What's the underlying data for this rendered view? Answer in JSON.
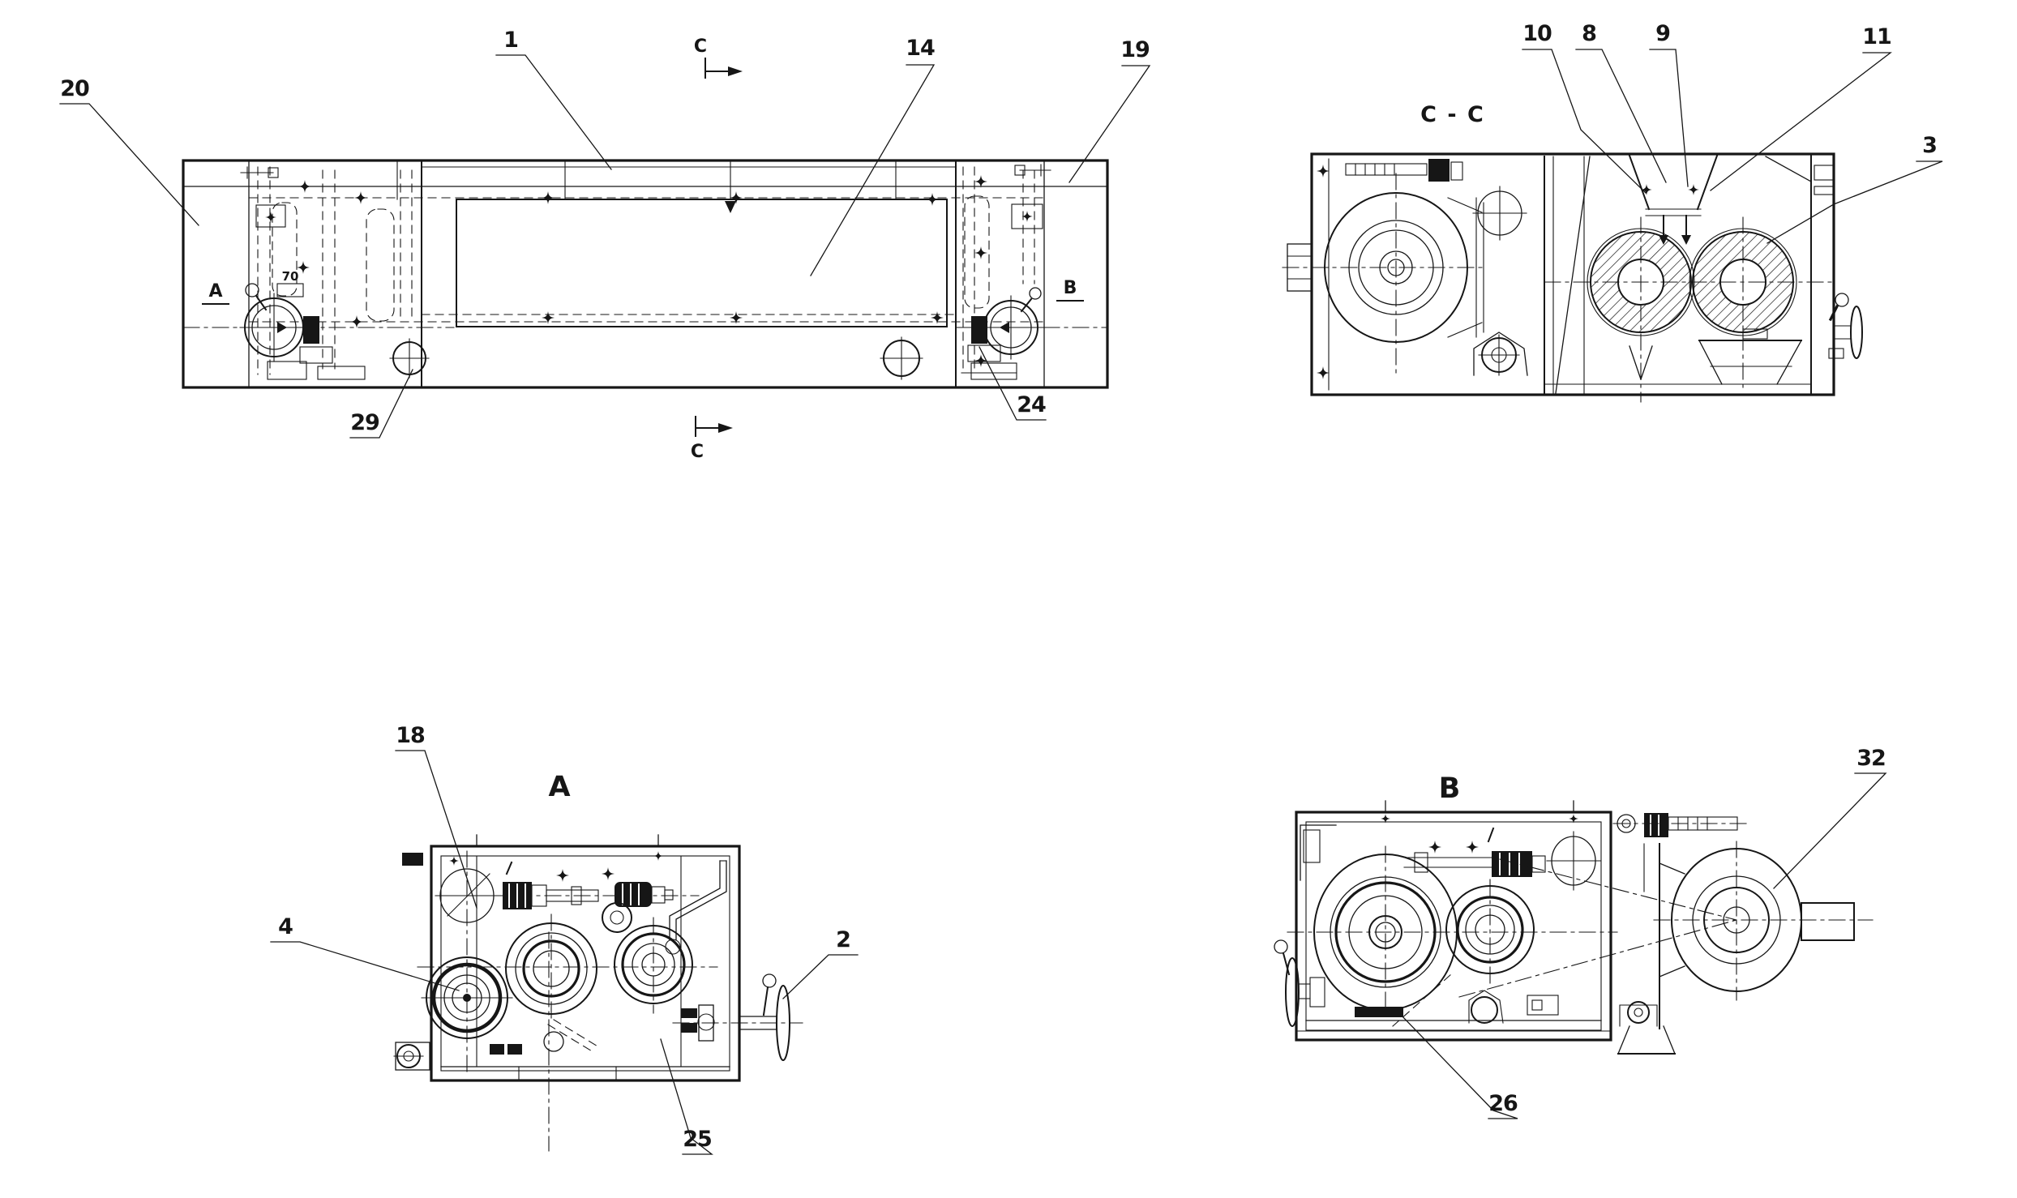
{
  "page": {
    "background": "#ffffff",
    "ink": "#161616",
    "kind": "mechanical assembly drawing, four views"
  },
  "views": {
    "main": {
      "callouts": {
        "c20": "20",
        "c1": "1",
        "c14": "14",
        "c19": "19",
        "c29": "29",
        "c24": "24"
      },
      "letters": {
        "a": "A",
        "b": "B"
      },
      "section_marks": {
        "top": "C",
        "bottom": "C"
      },
      "dims": {
        "d70": "70"
      }
    },
    "section": {
      "title": "C - C",
      "callouts": {
        "c10": "10",
        "c8": "8",
        "c9": "9",
        "c11": "11",
        "c3": "3"
      }
    },
    "viewA": {
      "title": "A",
      "callouts": {
        "c18": "18",
        "c4": "4",
        "c2": "2",
        "c25": "25"
      }
    },
    "viewB": {
      "title": "B",
      "callouts": {
        "c32": "32",
        "c26": "26"
      }
    }
  }
}
